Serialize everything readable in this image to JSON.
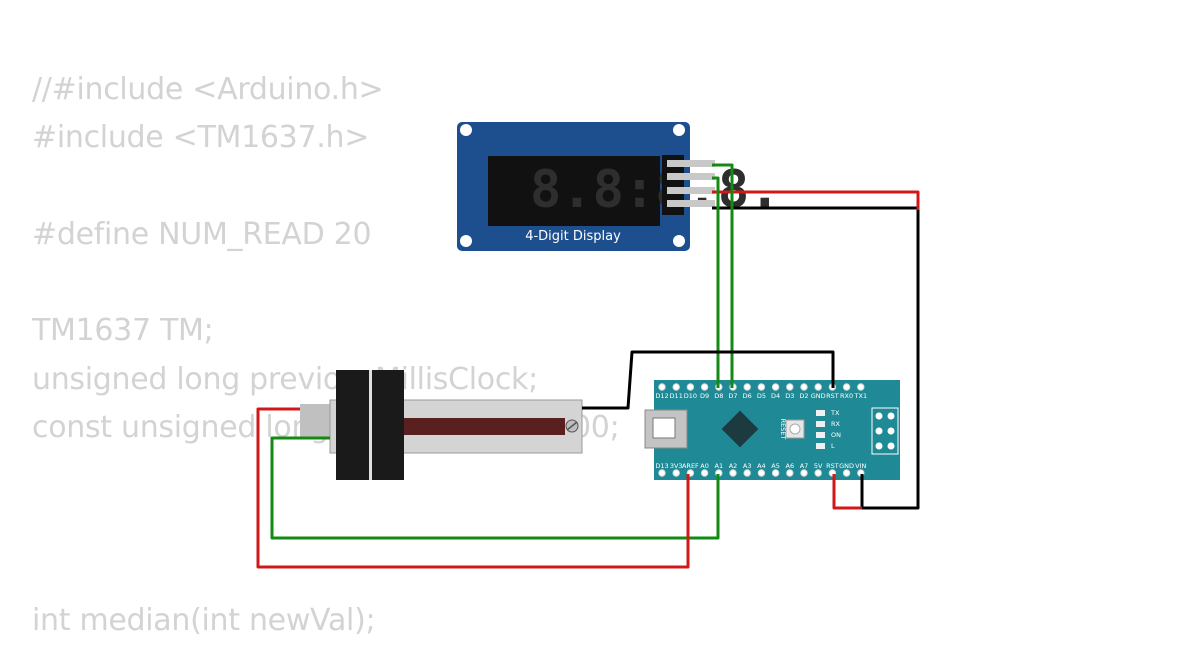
{
  "code_lines": [
    "//#include <Arduino.h>",
    "#include <TM1637.h>",
    "",
    "#define NUM_READ 20",
    "",
    "TM1637 TM;",
    "unsigned long previousMillisClock;",
    "const unsigned long ClockPeriod = 100;",
    "",
    "",
    "",
    "int median(int newVal);"
  ],
  "display": {
    "label": "4-Digit Display",
    "digits": "8.8:8.8."
  },
  "nano": {
    "top_pins": [
      "D12",
      "D11",
      "D10",
      "D9",
      "D8",
      "D7",
      "D6",
      "D5",
      "D4",
      "D3",
      "D2",
      "GND",
      "RST",
      "RX0",
      "TX1"
    ],
    "bottom_pins": [
      "D13",
      "3V3",
      "AREF",
      "A0",
      "A1",
      "A2",
      "A3",
      "A4",
      "A5",
      "A6",
      "A7",
      "5V",
      "RST",
      "GND",
      "VIN"
    ],
    "reset_label": "RESET",
    "led_labels": [
      "TX",
      "RX",
      "ON",
      "L"
    ]
  },
  "colors": {
    "wire_red": "#d01818",
    "wire_green": "#138a13",
    "wire_black": "#000000",
    "board_blue": "#1d4f8f",
    "nano_teal": "#1f8a95",
    "code_gray": "#d3d3d3"
  }
}
